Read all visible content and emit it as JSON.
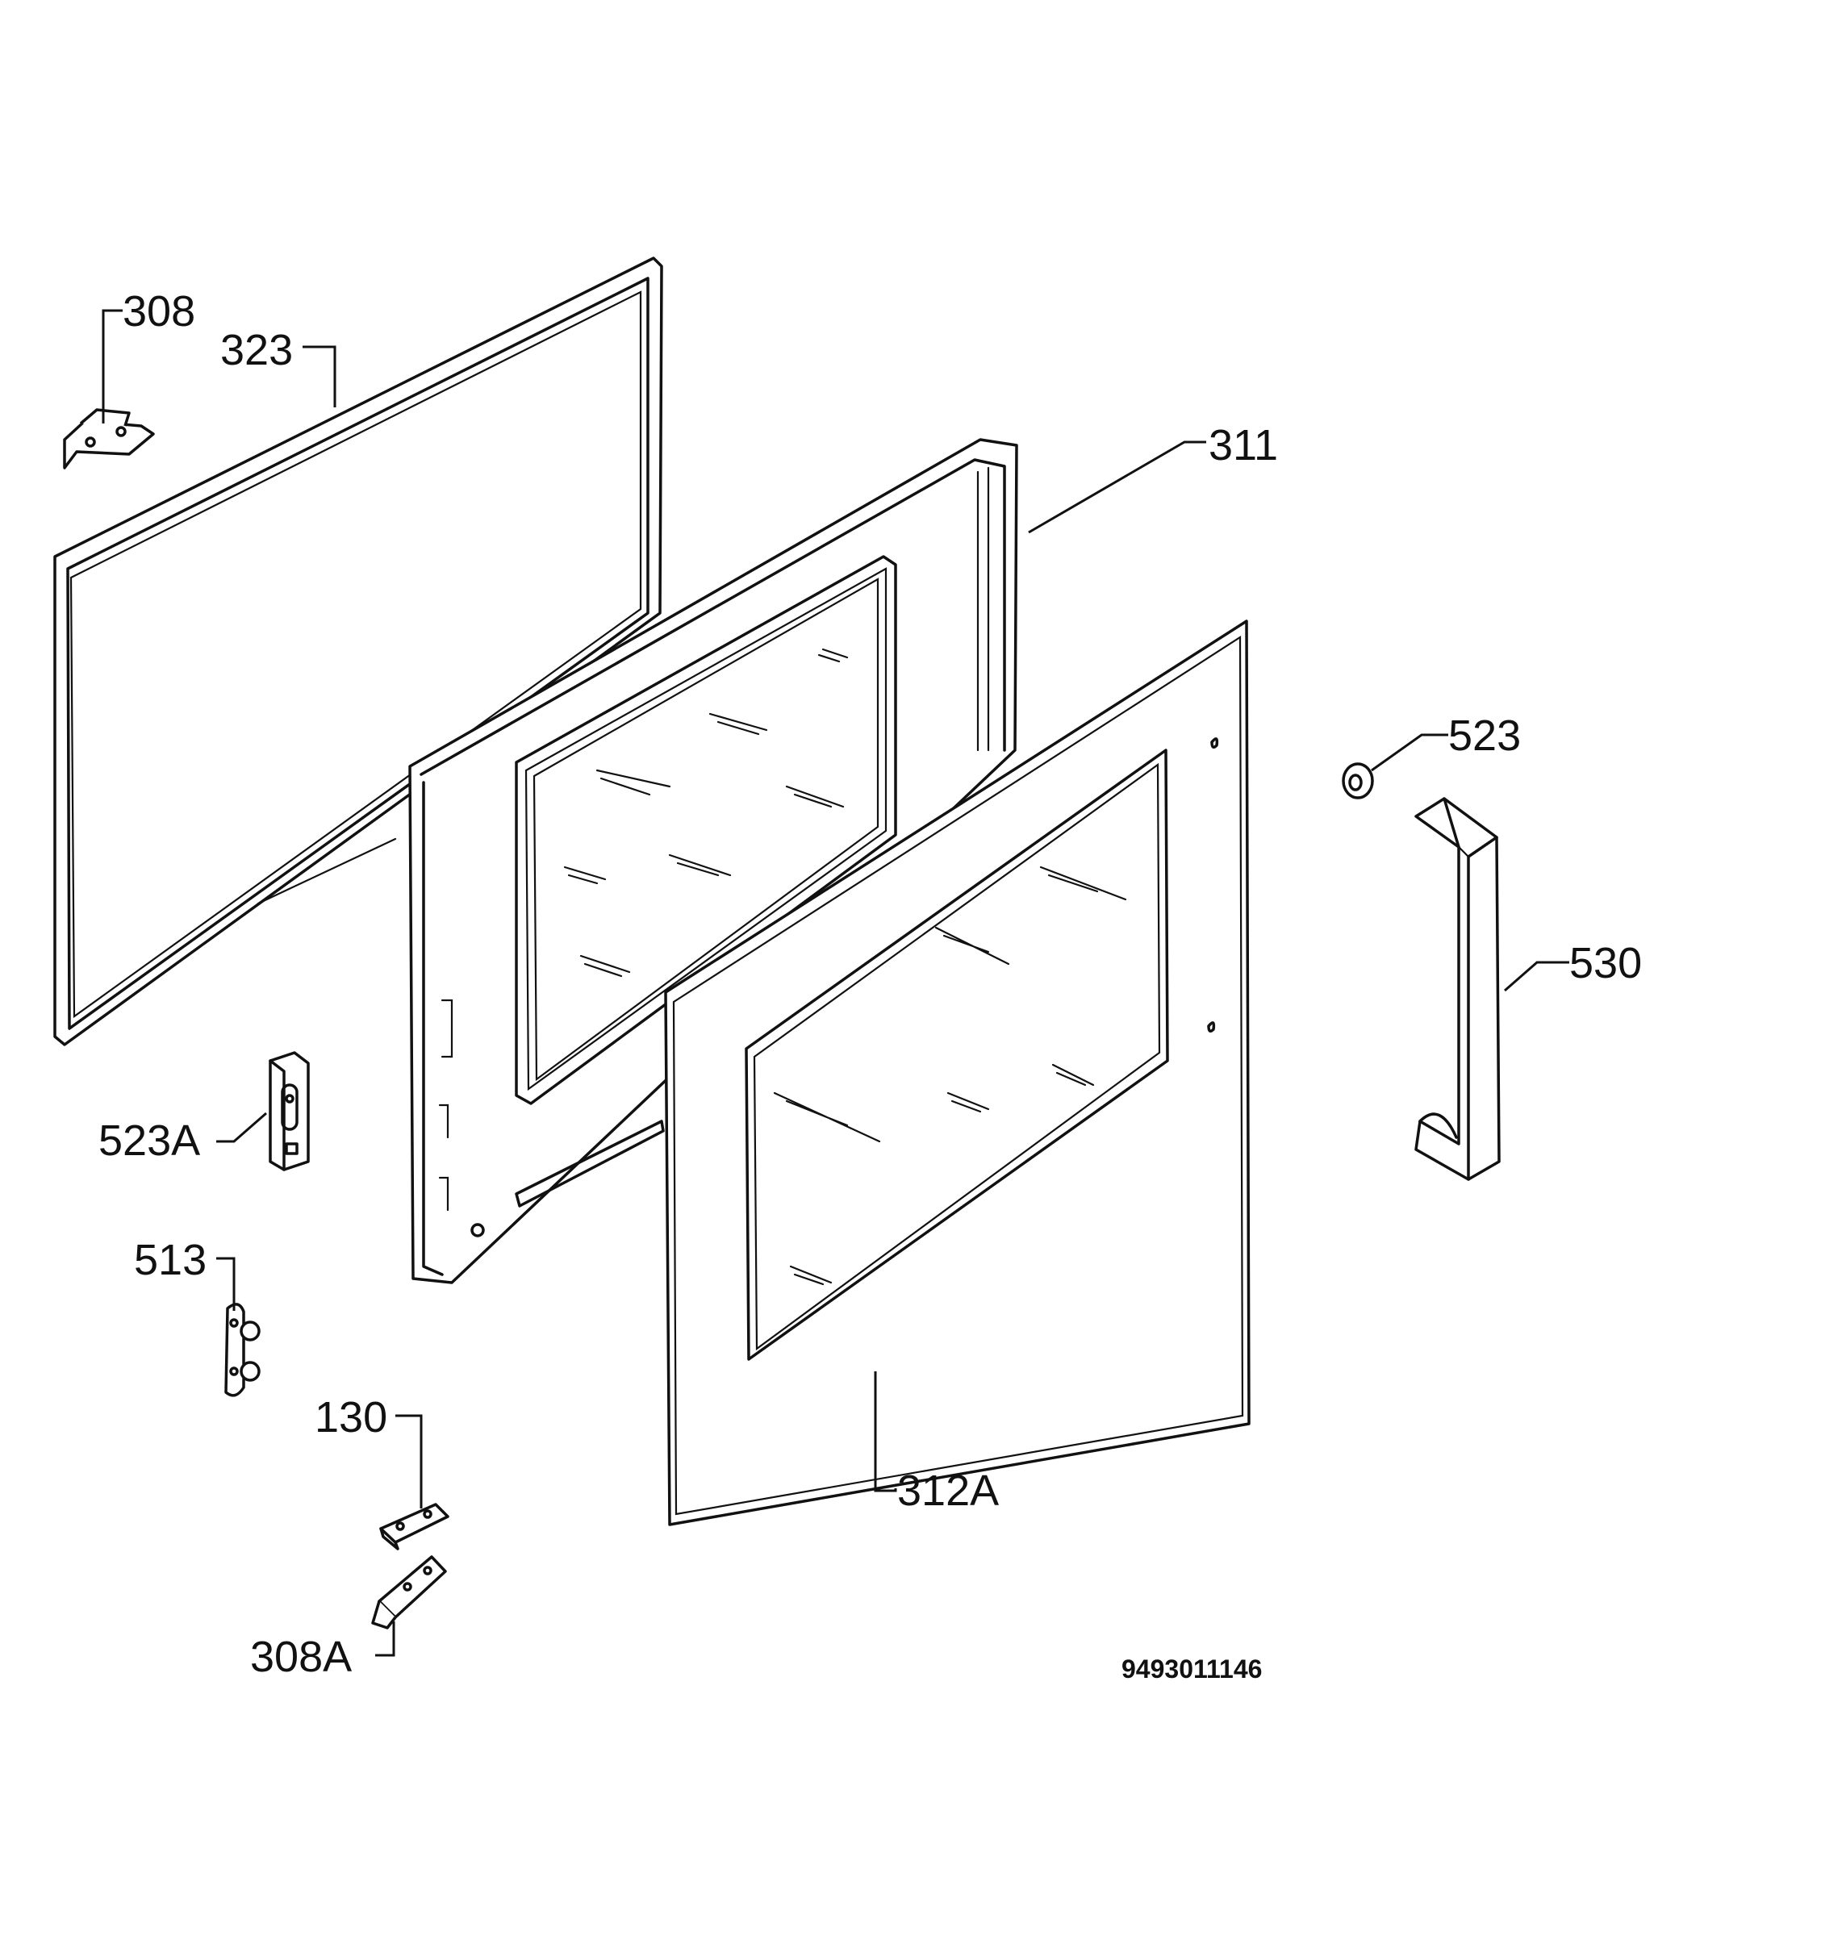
{
  "callouts": {
    "p308": "308",
    "p323": "323",
    "p311": "311",
    "p523": "523",
    "p530": "530",
    "p523a": "523A",
    "p513": "513",
    "p130": "130",
    "p312a": "312A",
    "p308a": "308A"
  },
  "drawing_number": "9493011146"
}
